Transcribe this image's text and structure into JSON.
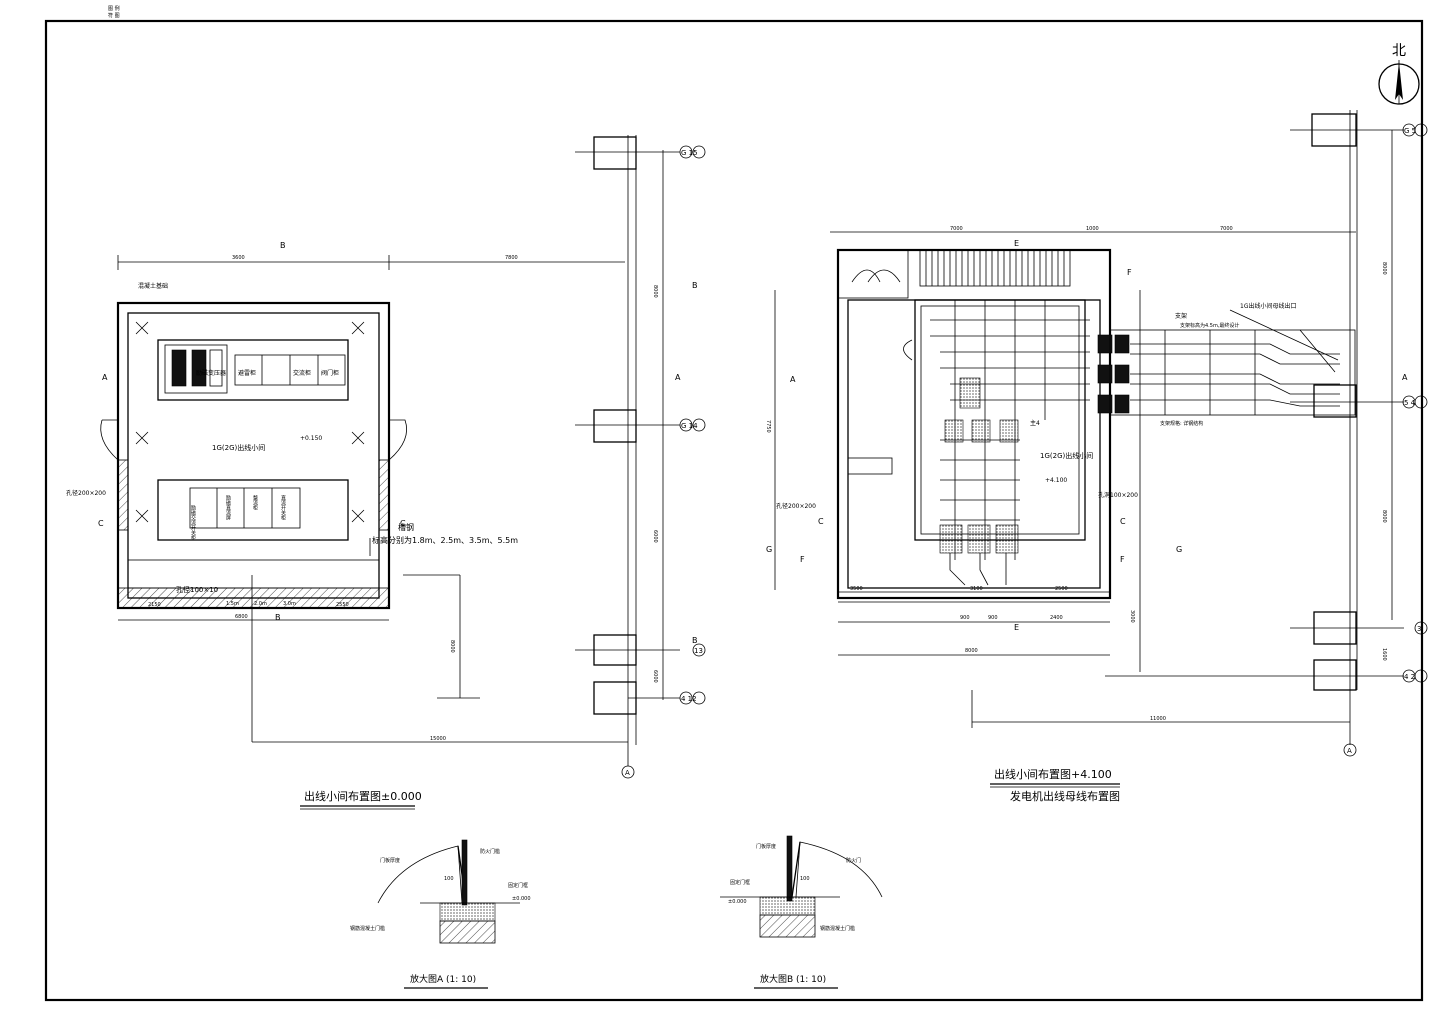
{
  "corner_note": [
    "图 例",
    "符 图"
  ],
  "north_label": "北",
  "left_plan": {
    "title": "出线小间布置图±0.000",
    "room_label": "1G(2G)出线小间",
    "elevation": "+0.150",
    "equipment": [
      "励磁变压器",
      "避雷柜",
      "交流柜",
      "阀门柜"
    ],
    "bottom_equipment": [
      "励磁交流开关柜",
      "励磁直流屏",
      "整流柜",
      "直流开关柜"
    ],
    "notes": [
      "混凝土基础",
      "孔径200×200",
      "标高分别为1.8m、2.5m、3.5m、5.5m",
      "槽钢",
      "孔径100×10"
    ],
    "dims_top": [
      "3600",
      "7800"
    ],
    "dims_bottom": [
      "2150",
      "1.5m",
      "2.0m",
      "3.0m",
      "2550",
      "6800"
    ],
    "dims_long": [
      "15000",
      "8000",
      "8000",
      "6000",
      "6000"
    ],
    "section_marks": [
      "B",
      "A",
      "C",
      "C",
      "B",
      "B",
      "A",
      "B"
    ],
    "axis_labels": [
      "G 15",
      "G 14",
      "13",
      "4 12",
      "A"
    ]
  },
  "right_plan": {
    "title": "出线小间布置图+4.100",
    "subtitle": "发电机出线母线布置图",
    "room_label": "1G(2G)出线小间",
    "elevation": "+4.100",
    "notes": [
      "1G出线小间母线出口",
      "支架",
      "支架标高为4.5m,最终设计",
      "支架规格: 详钢结构",
      "孔径200×200",
      "孔洞100×200",
      "主4"
    ],
    "dims_top": [
      "7000",
      "1000",
      "7000"
    ],
    "dims_bottom": [
      "3500",
      "3100",
      "2500",
      "900",
      "900",
      "2400",
      "8000",
      "11000"
    ],
    "dims_side": [
      "7750",
      "8000",
      "8000",
      "3000",
      "1600"
    ],
    "section_marks": [
      "E",
      "F",
      "A",
      "C",
      "C",
      "F",
      "G",
      "G",
      "E",
      "F",
      "A"
    ],
    "axis_labels": [
      "G 5",
      "5 4",
      "3",
      "4 2",
      "A"
    ]
  },
  "detail_a": {
    "title": "放大图A (1: 10)",
    "labels": [
      "门板厚度",
      "防火门槛",
      "±0.000",
      "钢筋混凝土门槛",
      "固定门框"
    ],
    "dims": [
      "100",
      "±0.000"
    ]
  },
  "detail_b": {
    "title": "放大图B (1: 10)",
    "labels": [
      "门板厚度",
      "防火门",
      "±0.000",
      "钢筋混凝土门槛",
      "固定门框"
    ],
    "dims": [
      "100",
      "±0.000"
    ]
  }
}
